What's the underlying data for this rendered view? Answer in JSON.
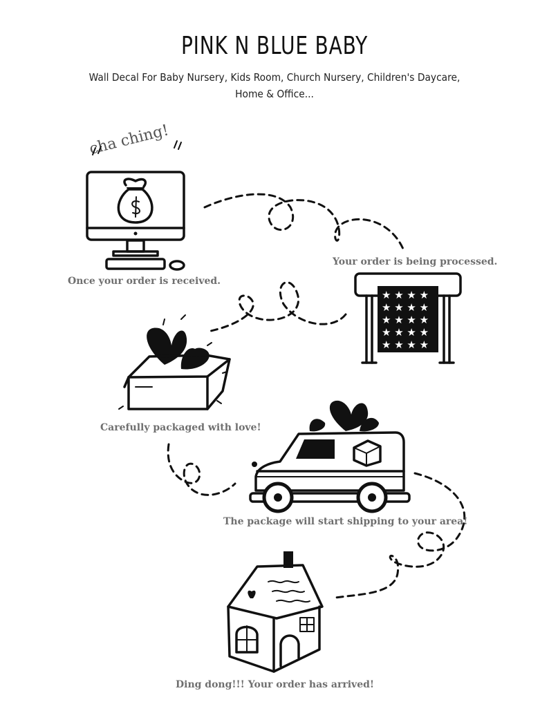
{
  "header": {
    "title": "PINK N BLUE BABY",
    "subtitle_line1": "Wall Decal For Baby Nursery, Kids Room, Church Nursery, Children's Daycare,",
    "subtitle_line2": "Home & Office..."
  },
  "sound_effect": "cha ching!",
  "steps": [
    {
      "caption": "Once your order is received.",
      "icon": "computer-money-icon"
    },
    {
      "caption": "Your order is being processed.",
      "icon": "printer-plotter-icon"
    },
    {
      "caption": "Carefully packaged with love!",
      "icon": "gift-box-icon"
    },
    {
      "caption": "The package will start shipping to your area!",
      "icon": "delivery-van-icon"
    },
    {
      "caption": "Ding dong!!!  Your order has arrived!",
      "icon": "house-icon"
    }
  ],
  "colors": {
    "ink": "#111111",
    "caption": "#6f6f6f",
    "background": "#ffffff"
  }
}
